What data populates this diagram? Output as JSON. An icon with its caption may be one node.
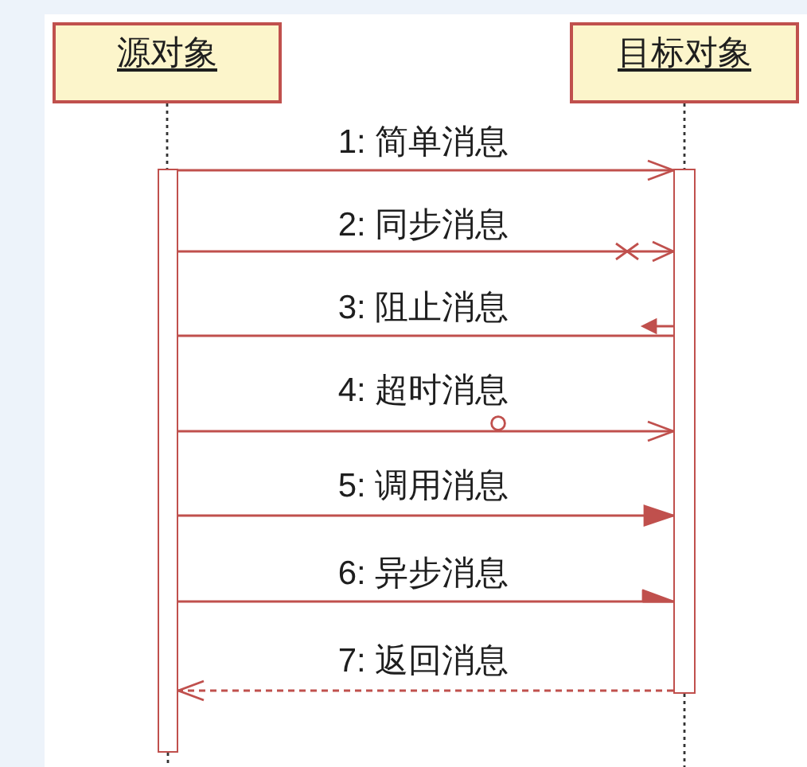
{
  "diagram": {
    "nodes": [
      {
        "text": [
          "源对象"
        ]
      },
      {
        "text": [
          "目标对象"
        ]
      },
      {
        "text": [],
        "shape": "bar"
      },
      {
        "text": [],
        "shape": "bar"
      }
    ],
    "edges": [
      {
        "from": 0,
        "to": 2,
        "arrow": "none",
        "style": "dashed",
        "color": "#333333"
      },
      {
        "from": 1,
        "to": 3,
        "arrow": "none",
        "style": "dashed",
        "color": "#333333"
      },
      {
        "from": 2,
        "to": 3,
        "arrow": "to",
        "label": "1: 简单消息"
      },
      {
        "from": 2,
        "to": 3,
        "arrow": "to",
        "label": "2: 同步消息"
      },
      {
        "from": 2,
        "to": 3,
        "arrow": "other",
        "label": "3: 阻止消息"
      },
      {
        "from": 2,
        "to": 3,
        "arrow": "to",
        "label": "4: 超时消息"
      },
      {
        "from": 2,
        "to": 3,
        "arrow": "to",
        "label": "5: 调用消息"
      },
      {
        "from": 2,
        "to": 3,
        "arrow": "to",
        "label": "6: 异步消息"
      },
      {
        "from": 3,
        "to": 2,
        "arrow": "to",
        "label": "7: 返回消息",
        "style": "dashed"
      },
      {
        "from": 2,
        "to": null,
        "arrow": "none",
        "style": "dashed",
        "color": "#333333"
      },
      {
        "from": 3,
        "to": null,
        "arrow": "none",
        "style": "dashed",
        "color": "#333333"
      }
    ]
  }
}
